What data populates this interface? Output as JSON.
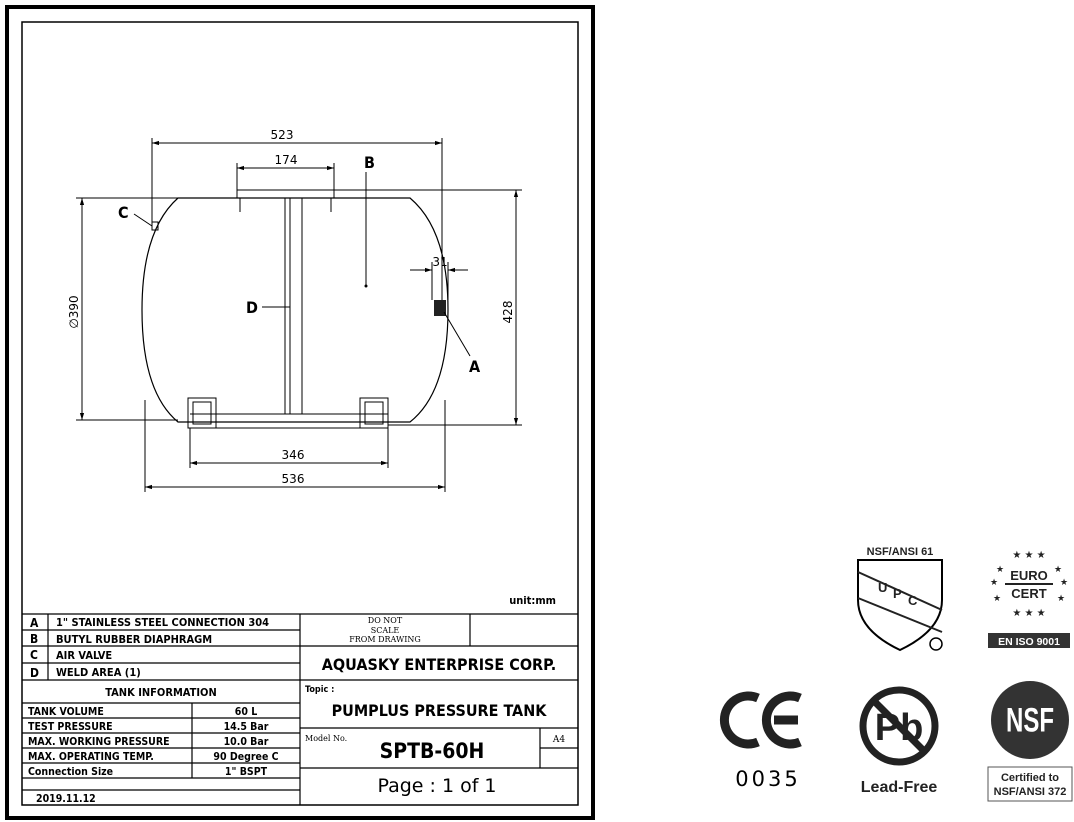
{
  "drawing": {
    "dimensions": {
      "overall_length": "523",
      "top_bracket": "174",
      "height": "428",
      "diameter": "∅390",
      "connection": "31",
      "foot_spacing": "346",
      "total_length": "536"
    },
    "callouts": {
      "a": "A",
      "b": "B",
      "c": "C",
      "d": "D"
    },
    "unit": "unit:mm"
  },
  "parts": [
    {
      "key": "A",
      "desc": "1\" STAINLESS STEEL CONNECTION 304"
    },
    {
      "key": "B",
      "desc": "BUTYL RUBBER  DIAPHRAGM"
    },
    {
      "key": "C",
      "desc": "AIR  VALVE"
    },
    {
      "key": "D",
      "desc": "WELD  AREA (1)"
    }
  ],
  "tank_info": {
    "title": "TANK INFORMATION",
    "rows": [
      {
        "label": "TANK  VOLUME",
        "value": "60 L"
      },
      {
        "label": "TEST  PRESSURE",
        "value": "14.5 Bar"
      },
      {
        "label": "MAX.  WORKING  PRESSURE",
        "value": "10.0 Bar"
      },
      {
        "label": "MAX.  OPERATING  TEMP.",
        "value": "90 Degree C"
      },
      {
        "label": "Connection  Size",
        "value": "1\" BSPT"
      }
    ],
    "date": "2019.11.12"
  },
  "title_block": {
    "note": [
      "DO NOT",
      "SCALE",
      "FROM DRAWING"
    ],
    "company": "AQUASKY ENTERPRISE CORP.",
    "topic_label": "Topic :",
    "topic": "PUMPLUS PRESSURE TANK",
    "model_label": "Model No.",
    "model": "SPTB-60H",
    "size": "A4",
    "page": "Page : 1 of 1"
  },
  "certifications": {
    "upc_title": "NSF/ANSI 61",
    "upc": [
      "U",
      "P",
      "C"
    ],
    "euro": "EURO",
    "cert": "CERT",
    "iso": "EN ISO 9001",
    "ce": "CE",
    "ce_number": "0035",
    "pb": "Pb",
    "lead_free": "Lead-Free",
    "nsf": "NSF",
    "nsf_cert": [
      "Certified to",
      "NSF/ANSI 372"
    ]
  }
}
